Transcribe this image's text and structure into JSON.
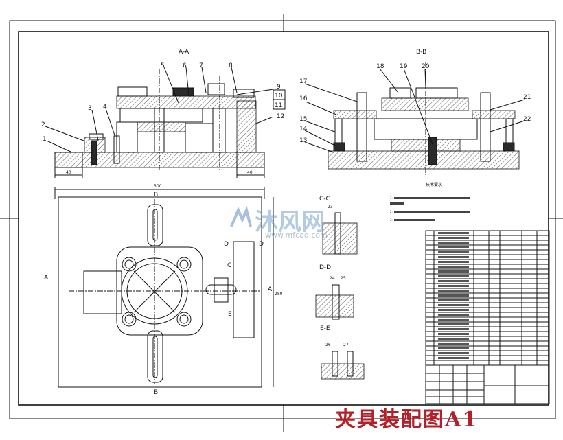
{
  "views": {
    "aa": "A-A",
    "bb": "B-B",
    "cc": "C-C",
    "dd": "D-D",
    "ee": "E-E"
  },
  "callouts_aa": [
    "1",
    "2",
    "3",
    "4",
    "5",
    "6",
    "7",
    "8",
    "9",
    "10",
    "11",
    "12"
  ],
  "callouts_bb": [
    "13",
    "14",
    "15",
    "16",
    "17",
    "18",
    "19",
    "20",
    "21",
    "22"
  ],
  "callouts_sections": [
    "23",
    "24",
    "25",
    "26",
    "27"
  ],
  "dimensions": {
    "left_40": "40",
    "right_40": "40",
    "width_300": "300",
    "height_280": "280"
  },
  "section_marks": {
    "a_left": "A",
    "b_top": "B",
    "b_bottom": "B",
    "c": "C",
    "d_left": "D",
    "d_right": "D",
    "e": "E",
    "a_right": "A"
  },
  "tech_req": {
    "heading": "技术要求",
    "lines": [
      "1.",
      "2.",
      "3."
    ]
  },
  "watermark": {
    "main": "沐风网",
    "url": "www.mfcad.com"
  },
  "title": "夹具装配图A1",
  "colors": {
    "title": "#b3202a",
    "line": "#111111",
    "watermark": "#7ea0c8"
  }
}
